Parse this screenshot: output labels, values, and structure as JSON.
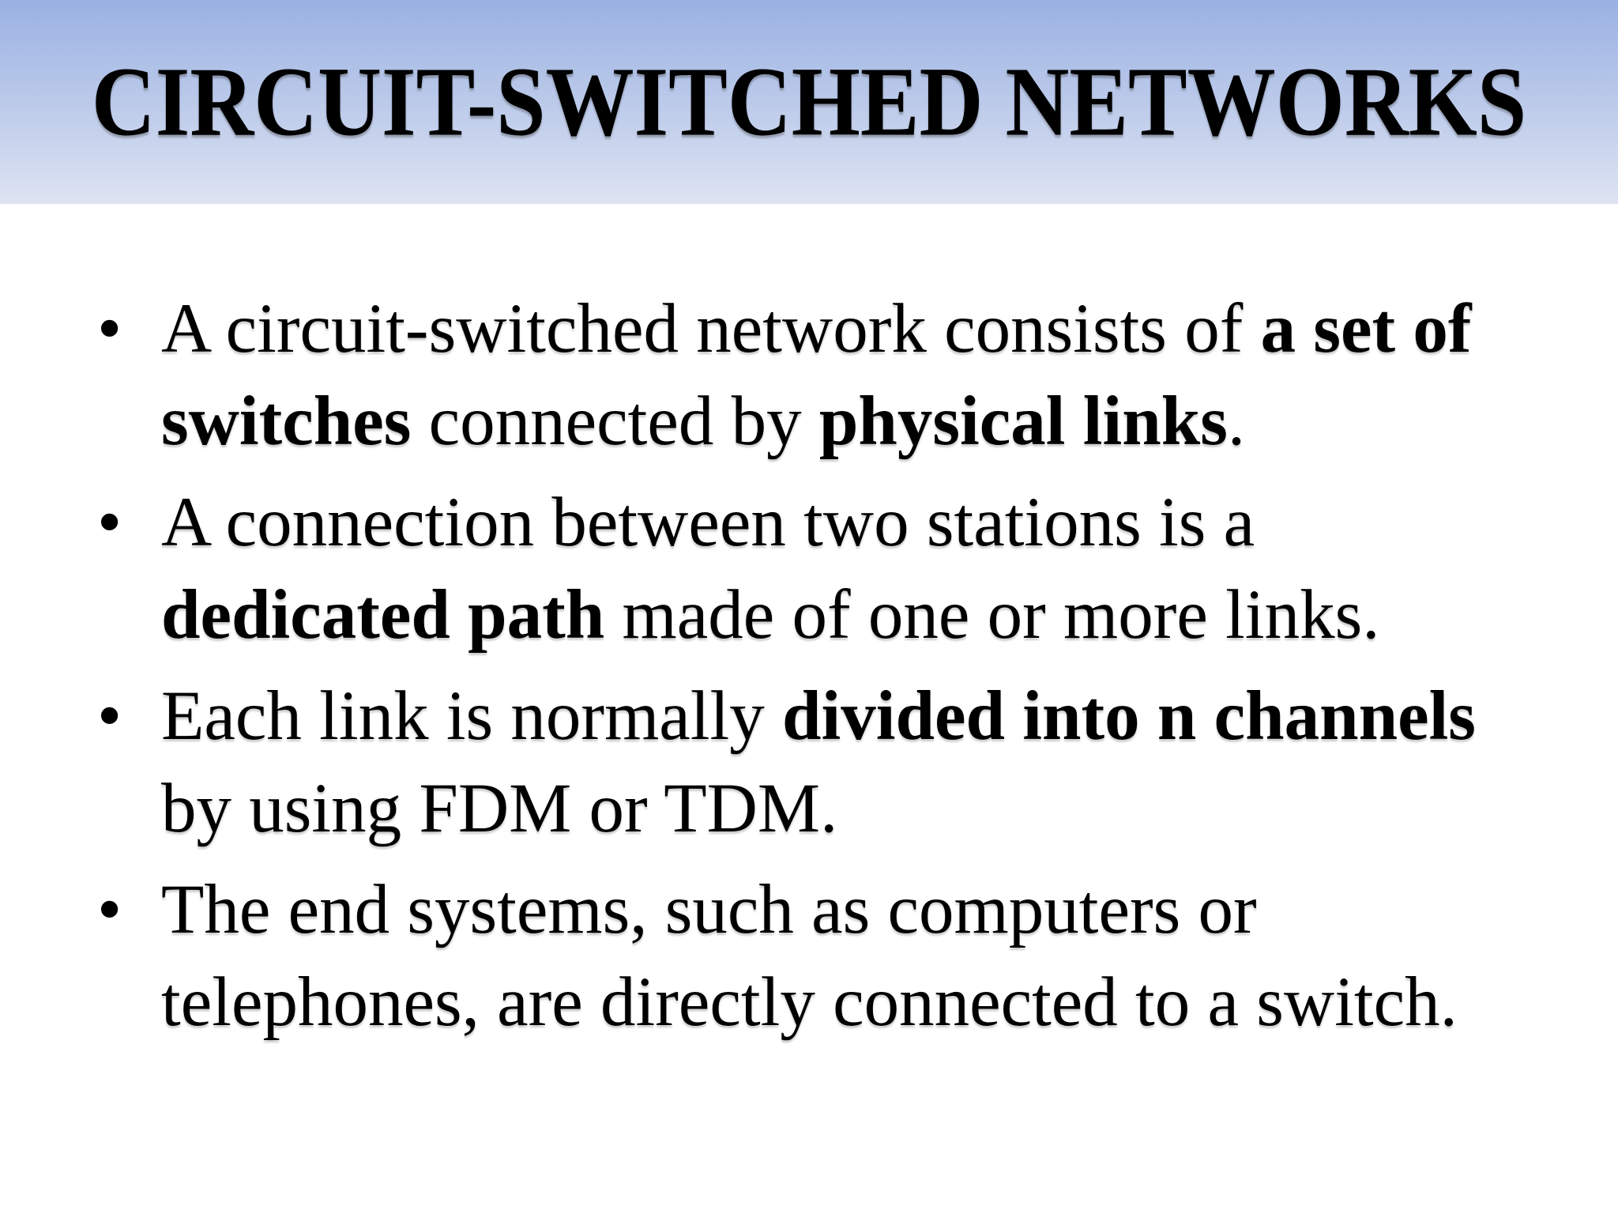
{
  "slide": {
    "title": "CIRCUIT-SWITCHED NETWORKS",
    "bullet_glyph": "•",
    "colors": {
      "header_gradient_top": "#9ab1e2",
      "header_gradient_bottom": "#dde3f2",
      "background": "#ffffff",
      "text": "#000000"
    },
    "bullets": [
      {
        "segments": [
          {
            "text": "A circuit-switched network consists of ",
            "bold": false
          },
          {
            "text": "a set of switches",
            "bold": true
          },
          {
            "text": " connected by ",
            "bold": false
          },
          {
            "text": "physical links",
            "bold": true
          },
          {
            "text": ".",
            "bold": false
          }
        ]
      },
      {
        "segments": [
          {
            "text": "A connection between two stations is a ",
            "bold": false
          },
          {
            "text": "dedicated path",
            "bold": true
          },
          {
            "text": " made of one or more links.",
            "bold": false
          }
        ]
      },
      {
        "segments": [
          {
            "text": "Each link is normally ",
            "bold": false
          },
          {
            "text": "divided into n channels",
            "bold": true
          },
          {
            "text": " by using FDM or TDM.",
            "bold": false
          }
        ]
      },
      {
        "segments": [
          {
            "text": "The end systems, such as computers or telephones, are directly connected to a switch.",
            "bold": false
          }
        ]
      }
    ]
  }
}
